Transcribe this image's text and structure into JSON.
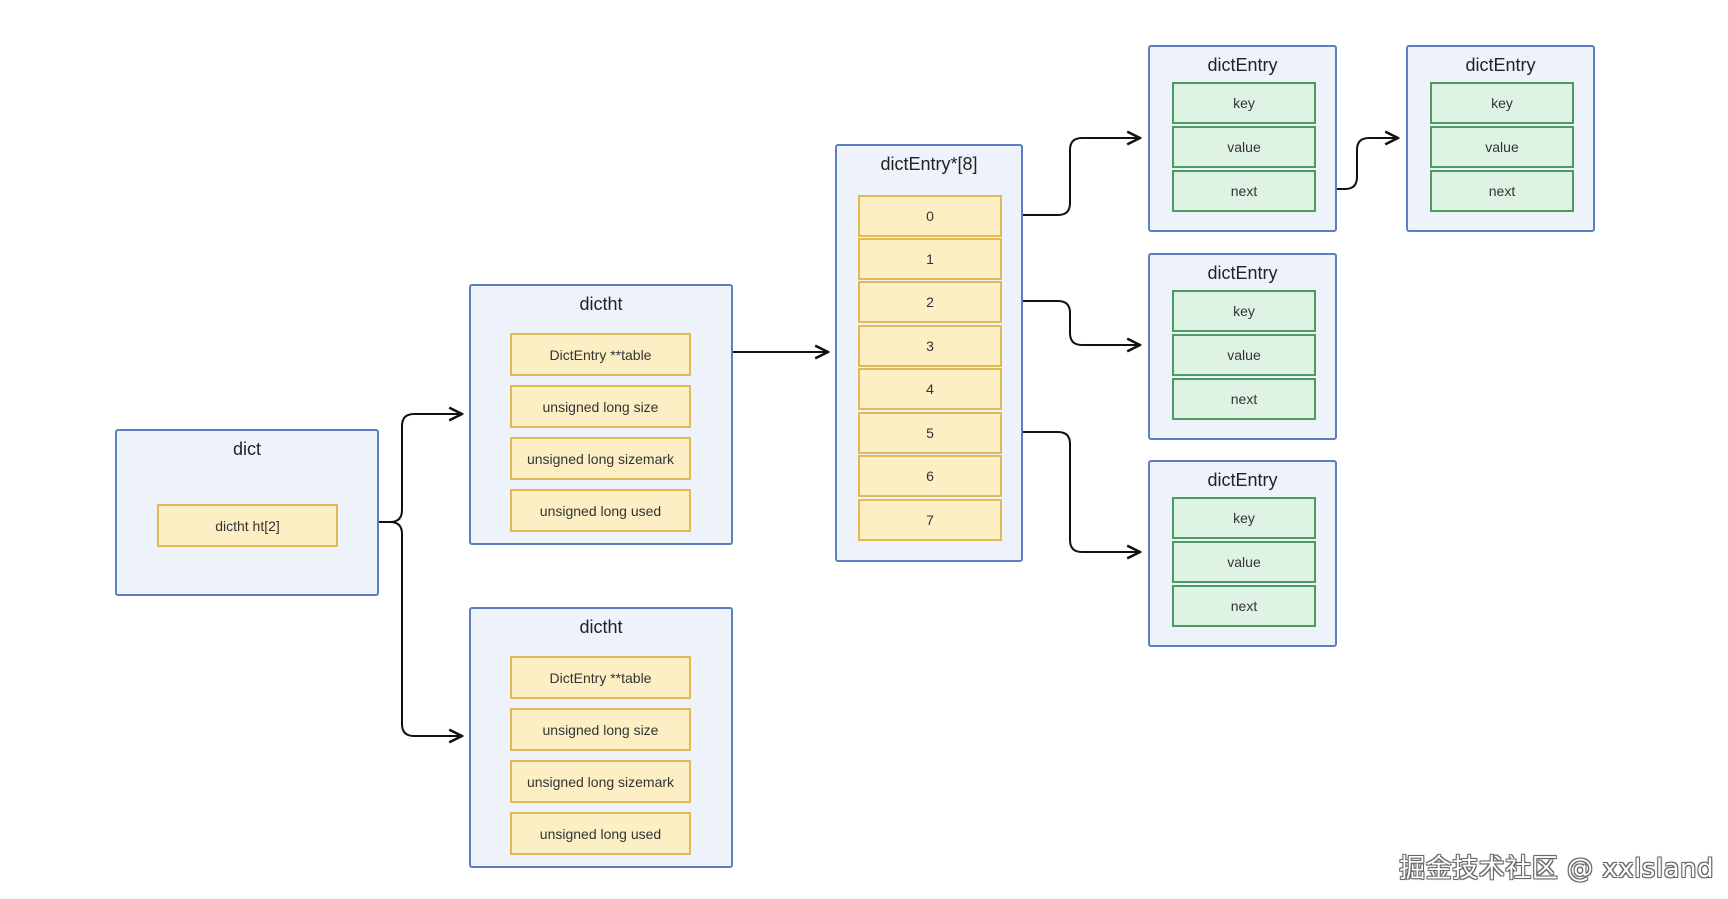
{
  "dict": {
    "title": "dict",
    "field": "dictht ht[2]"
  },
  "dictht": [
    {
      "title": "dictht",
      "fields": [
        "DictEntry **table",
        "unsigned long size",
        "unsigned long sizemark",
        "unsigned long used"
      ]
    },
    {
      "title": "dictht",
      "fields": [
        "DictEntry **table",
        "unsigned long size",
        "unsigned long sizemark",
        "unsigned long used"
      ]
    }
  ],
  "bucket_array": {
    "title": "dictEntry*[8]",
    "slots": [
      "0",
      "1",
      "2",
      "3",
      "4",
      "5",
      "6",
      "7"
    ]
  },
  "entries": [
    {
      "title": "dictEntry",
      "fields": [
        "key",
        "value",
        "next"
      ]
    },
    {
      "title": "dictEntry",
      "fields": [
        "key",
        "value",
        "next"
      ]
    },
    {
      "title": "dictEntry",
      "fields": [
        "key",
        "value",
        "next"
      ]
    },
    {
      "title": "dictEntry",
      "fields": [
        "key",
        "value",
        "next"
      ]
    }
  ],
  "watermark": "掘金技术社区 @ xxlsland",
  "colors": {
    "container_bg": "#eef2fb",
    "container_border": "#5b7fc0",
    "field_bg": "#fdefc4",
    "field_border": "#e1b957",
    "entry_field_bg": "#dff3e4",
    "entry_field_border": "#4c9c60",
    "connector": "#111111"
  }
}
